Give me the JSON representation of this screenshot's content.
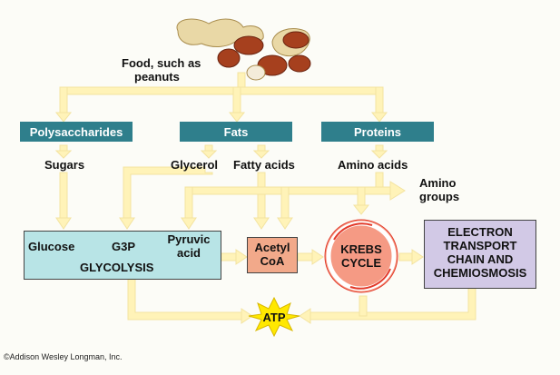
{
  "food_label": "Food, such as peanuts",
  "food_label_lines": [
    "Food, such as",
    "peanuts"
  ],
  "categories": [
    {
      "key": "polysaccharides",
      "label": "Polysaccharides"
    },
    {
      "key": "fats",
      "label": "Fats"
    },
    {
      "key": "proteins",
      "label": "Proteins"
    }
  ],
  "monomers": {
    "sugars": "Sugars",
    "glycerol": "Glycerol",
    "fatty_acids": "Fatty acids",
    "amino_acids": "Amino acids",
    "amino_groups": [
      "Amino",
      "groups"
    ]
  },
  "glycolysis": {
    "glucose": "Glucose",
    "g3p": "G3P",
    "pyruvic": [
      "Pyruvic",
      "acid"
    ],
    "title": "GLYCOLYSIS"
  },
  "acetyl_coa": [
    "Acetyl",
    "CoA"
  ],
  "krebs": [
    "KREBS",
    "CYCLE"
  ],
  "etc": [
    "ELECTRON",
    "TRANSPORT",
    "CHAIN AND",
    "CHEMIOSMOSIS"
  ],
  "atp": "ATP",
  "credit": "©Addison Wesley Longman, Inc.",
  "colors": {
    "header_teal": "#2f7f8c",
    "glycolysis_box": "#b8e4e6",
    "acetyl_box": "#f2a98a",
    "etc_box": "#d2c9e6",
    "arrow_fill": "#fff7c2",
    "atp_burst": "#ffe800",
    "krebs_red": "#e23a2a"
  }
}
